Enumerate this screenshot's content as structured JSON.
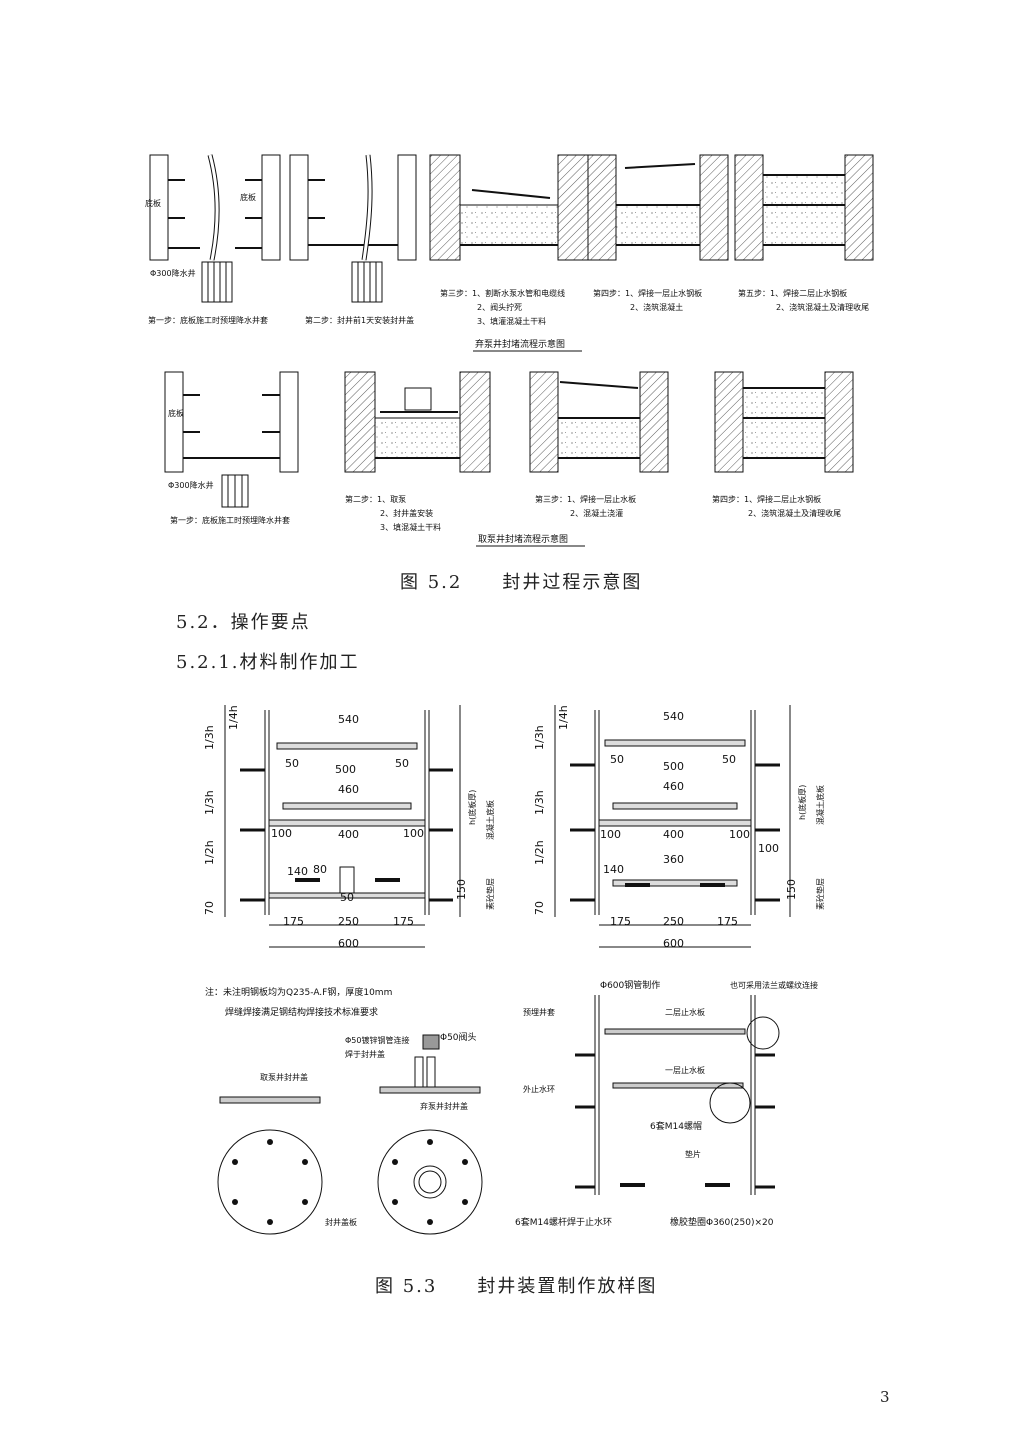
{
  "fig52": {
    "top": {
      "label_base": "底板",
      "label_pipe": "Φ300降水井",
      "step1": "第一步：底板施工时预埋降水井套",
      "step2": "第二步：封井前1天安装封井盖",
      "step3": [
        "第三步：1、割断水泵水管和电缆线",
        "2、阀头拧死",
        "3、填灌混凝土干料"
      ],
      "step4": [
        "第四步：1、焊接一层止水钢板",
        "2、浇筑混凝土"
      ],
      "step5": [
        "第五步：1、焊接二层止水钢板",
        "2、浇筑混凝土及清理收尾"
      ],
      "title": "弃泵井封堵流程示意图"
    },
    "bottom": {
      "label_base": "底板",
      "label_pipe": "Φ300降水井",
      "step1": "第一步：底板施工时预埋降水井套",
      "step2": [
        "第二步：1、取泵",
        "2、封井盖安装",
        "3、填混凝土干料"
      ],
      "step3": [
        "第三步：1、焊接一层止水板",
        "2、混凝土浇灌"
      ],
      "step4": [
        "第四步：1、焊接二层止水钢板",
        "2、浇筑混凝土及清理收尾"
      ],
      "title": "取泵井封堵流程示意图"
    },
    "caption": "图 5.2　　封井过程示意图"
  },
  "section_522": "5.2．操作要点",
  "section_5221": "5.2.1.材料制作加工",
  "fig53": {
    "left": {
      "dims_top": [
        "540",
        "500",
        "460",
        "400",
        "175",
        "250",
        "175",
        "600"
      ],
      "dims_side": [
        "50",
        "50",
        "100",
        "100",
        "140",
        "80",
        "50"
      ],
      "frac": [
        "1/4h",
        "1/3h",
        "1/3h",
        "1/2h",
        "70"
      ],
      "right_labels": [
        "h(底板厚)",
        "混凝土底板",
        "150",
        "素砼垫层"
      ]
    },
    "right": {
      "dims_top": [
        "540",
        "500",
        "460",
        "400",
        "360",
        "175",
        "250",
        "175",
        "600"
      ],
      "dims_side": [
        "50",
        "50",
        "100",
        "100",
        "100",
        "140"
      ],
      "frac": [
        "1/4h",
        "1/3h",
        "1/3h",
        "1/2h",
        "70"
      ],
      "right_labels": [
        "h(底板厚)",
        "混凝土底板",
        "150",
        "素砼垫层"
      ]
    },
    "note": [
      "注：未注明钢板均为Q235-A.F钢，厚度10mm",
      "焊缝焊接满足钢结构焊接技术标准要求"
    ],
    "parts": {
      "pipe_label": "Φ50镀锌钢管连接",
      "pipe_label2": "焊于封井盖",
      "valve": "Φ50阀头",
      "qb_cover": "取泵井封井盖",
      "qp_cover": "弃泵井封井盖",
      "cover_plate": "封井盖板"
    },
    "assembly": {
      "steel_pipe": "Φ600钢管制作",
      "flange_note": "也可采用法兰或螺纹连接",
      "sleeve": "预埋井套",
      "layer2": "二层止水板",
      "outer_ring": "外止水环",
      "layer1": "一层止水板",
      "nut": "6套M14螺帽",
      "washer": "垫片",
      "bolt": "6套M14螺杆焊于止水环",
      "gasket": "橡胶垫圈Φ360(250)×20"
    },
    "caption": "图 5.3　　封井装置制作放样图"
  },
  "page_number": "3"
}
